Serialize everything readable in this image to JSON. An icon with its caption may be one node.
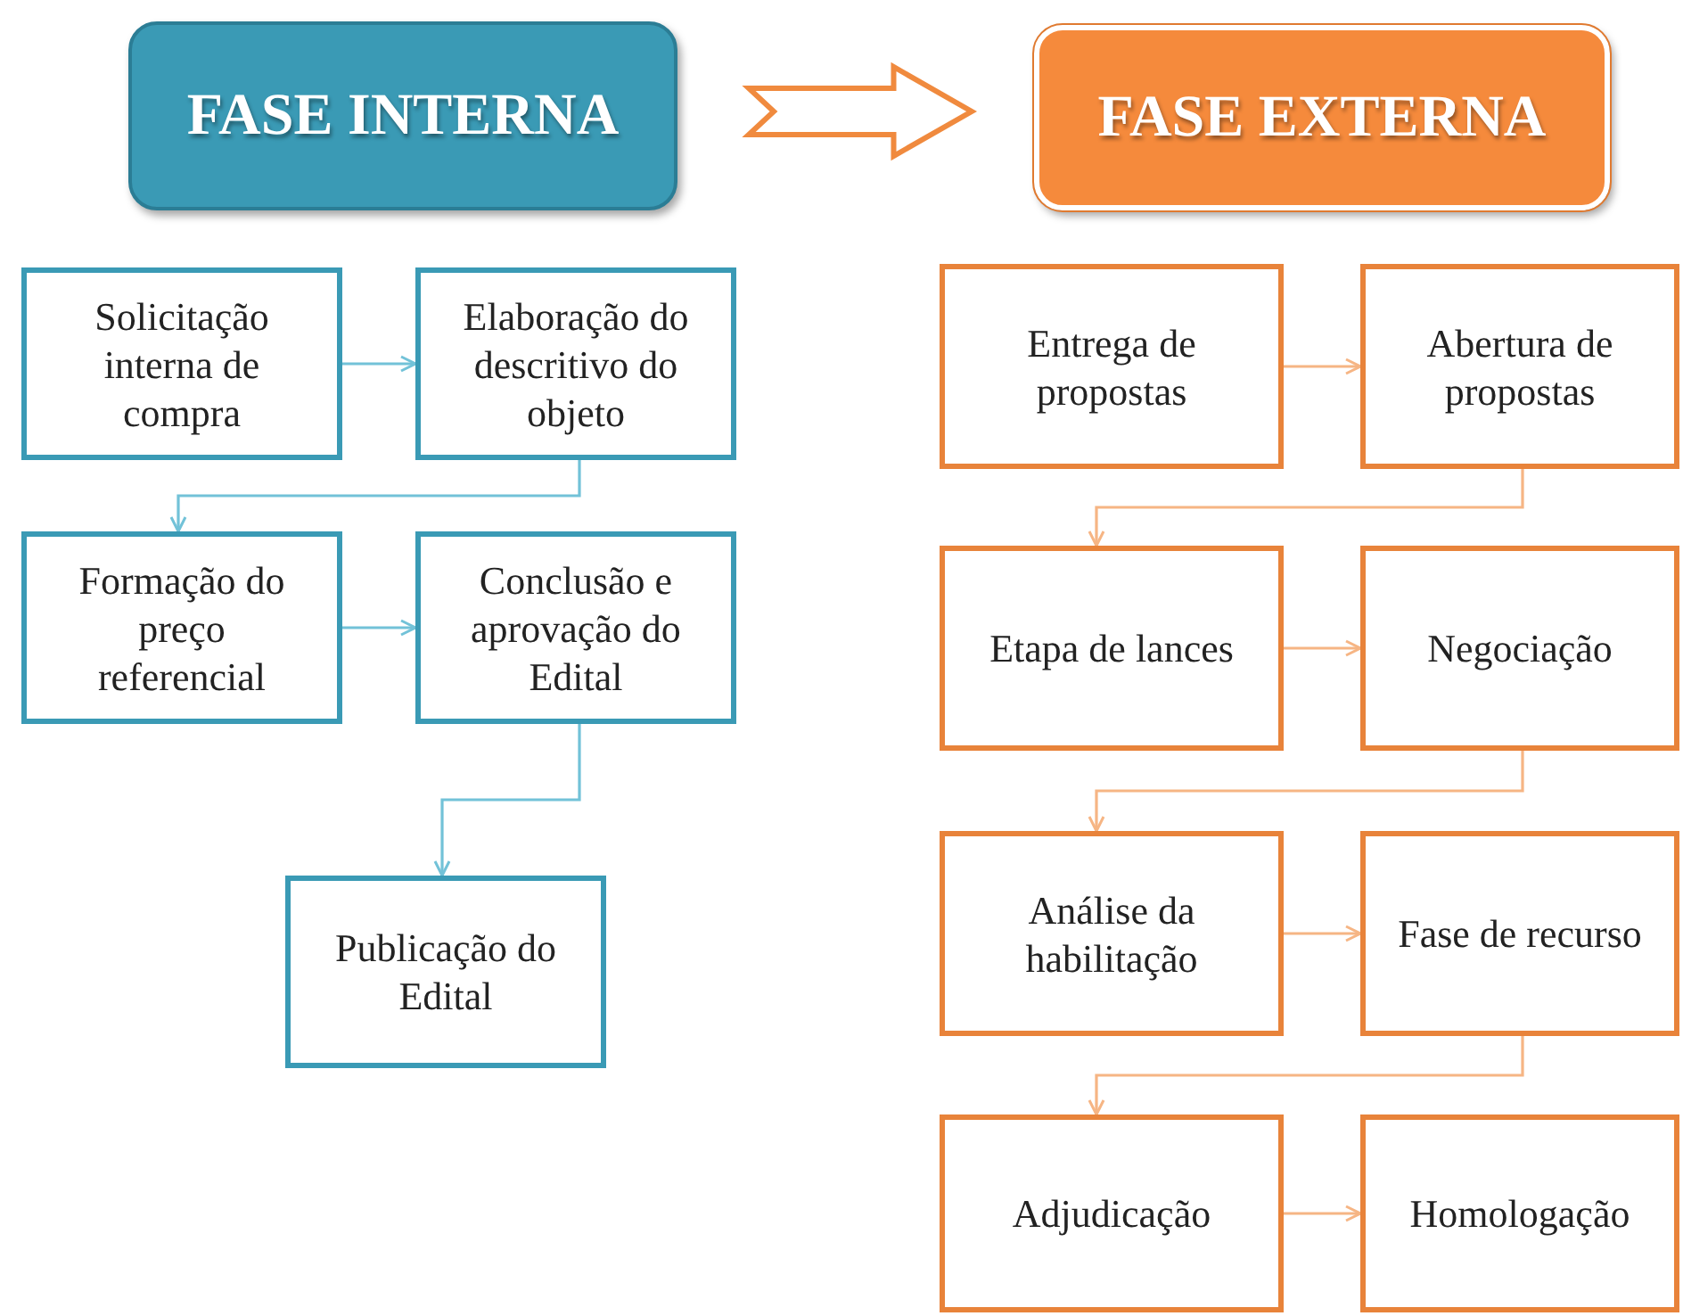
{
  "diagram": {
    "nodes": [
      {
        "text": [
          "FASE INTERNA"
        ]
      },
      {
        "text": [
          "FASE EXTERNA"
        ]
      },
      {
        "text": [
          "Solicitação interna de compra"
        ]
      },
      {
        "text": [
          "Elaboração do descritivo do objeto"
        ]
      },
      {
        "text": [
          "Formação do preço referencial"
        ]
      },
      {
        "text": [
          "Conclusão e aprovação do Edital"
        ]
      },
      {
        "text": [
          "Publicação do Edital"
        ]
      },
      {
        "text": [
          "Entrega de propostas"
        ]
      },
      {
        "text": [
          "Abertura de propostas"
        ]
      },
      {
        "text": [
          "Etapa de lances"
        ]
      },
      {
        "text": [
          "Negociação"
        ]
      },
      {
        "text": [
          "Análise da habilitação"
        ]
      },
      {
        "text": [
          "Fase de recurso"
        ]
      },
      {
        "text": [
          "Adjudicação"
        ]
      },
      {
        "text": [
          "Homologação"
        ]
      }
    ],
    "edges": [
      {
        "from": 0,
        "to": 1,
        "arrow": "to",
        "style": "thick",
        "color": "#f08a3e"
      },
      {
        "from": 2,
        "to": 3,
        "arrow": "to",
        "color": "#72c2d8"
      },
      {
        "from": 3,
        "to": 4,
        "arrow": "to",
        "color": "#72c2d8"
      },
      {
        "from": 4,
        "to": 5,
        "arrow": "to",
        "color": "#72c2d8"
      },
      {
        "from": 5,
        "to": 6,
        "arrow": "to",
        "color": "#72c2d8"
      },
      {
        "from": 7,
        "to": 8,
        "arrow": "to",
        "color": "#f6b584"
      },
      {
        "from": 8,
        "to": 9,
        "arrow": "to",
        "color": "#f6b584"
      },
      {
        "from": 9,
        "to": 10,
        "arrow": "to",
        "color": "#f6b584"
      },
      {
        "from": 10,
        "to": 11,
        "arrow": "to",
        "color": "#f6b584"
      },
      {
        "from": 11,
        "to": 12,
        "arrow": "to",
        "color": "#f6b584"
      },
      {
        "from": 12,
        "to": 13,
        "arrow": "to",
        "color": "#f6b584"
      },
      {
        "from": 13,
        "to": 14,
        "arrow": "to",
        "color": "#f6b584"
      }
    ]
  }
}
